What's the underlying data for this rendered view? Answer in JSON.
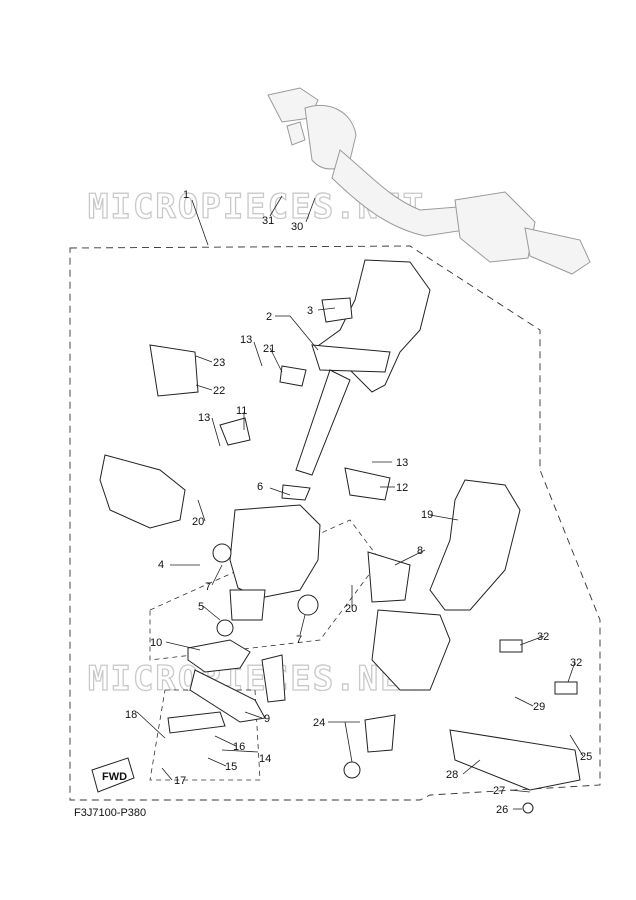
{
  "diagram": {
    "code": "F3J7100-P380",
    "watermark": "MICROPIECES.NET",
    "fwd_label": "FWD",
    "callouts": [
      "1",
      "2",
      "3",
      "4",
      "5",
      "6",
      "7",
      "7",
      "8",
      "9",
      "10",
      "11",
      "12",
      "13",
      "13",
      "13",
      "14",
      "15",
      "16",
      "17",
      "18",
      "19",
      "20",
      "20",
      "21",
      "22",
      "23",
      "24",
      "25",
      "26",
      "27",
      "28",
      "29",
      "30",
      "31",
      "32",
      "32"
    ]
  }
}
